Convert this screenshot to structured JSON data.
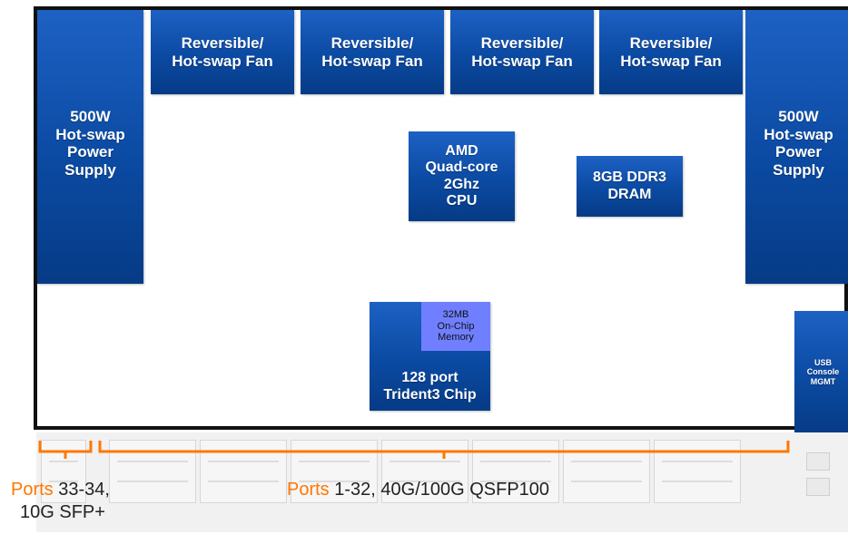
{
  "fans": [
    {
      "label": "Reversible/\nHot-swap Fan"
    },
    {
      "label": "Reversible/\nHot-swap Fan"
    },
    {
      "label": "Reversible/\nHot-swap Fan"
    },
    {
      "label": "Reversible/\nHot-swap Fan"
    }
  ],
  "power_supplies": [
    {
      "label": "500W\nHot-swap\nPower\nSupply"
    },
    {
      "label": "500W\nHot-swap\nPower\nSupply"
    }
  ],
  "cpu": {
    "label": "AMD\nQuad-core\n2Ghz\nCPU"
  },
  "dram": {
    "label": "8GB DDR3\nDRAM"
  },
  "asic": {
    "label": "128 port\nTrident3 Chip",
    "memory_label": "32MB\nOn-Chip\nMemory"
  },
  "usb": {
    "label": "USB\nConsole\nMGMT"
  },
  "ports_sfp": {
    "prefix": "Ports",
    "rest_line1": " 33-34,",
    "line2": "10G SFP+"
  },
  "ports_qsfp": {
    "prefix": "Ports",
    "rest": " 1-32, 40G/100G QSFP100"
  },
  "colors": {
    "block_blue": "#0b4aa2",
    "memory_blue": "#6f7fff",
    "accent_orange": "#ff7700"
  }
}
